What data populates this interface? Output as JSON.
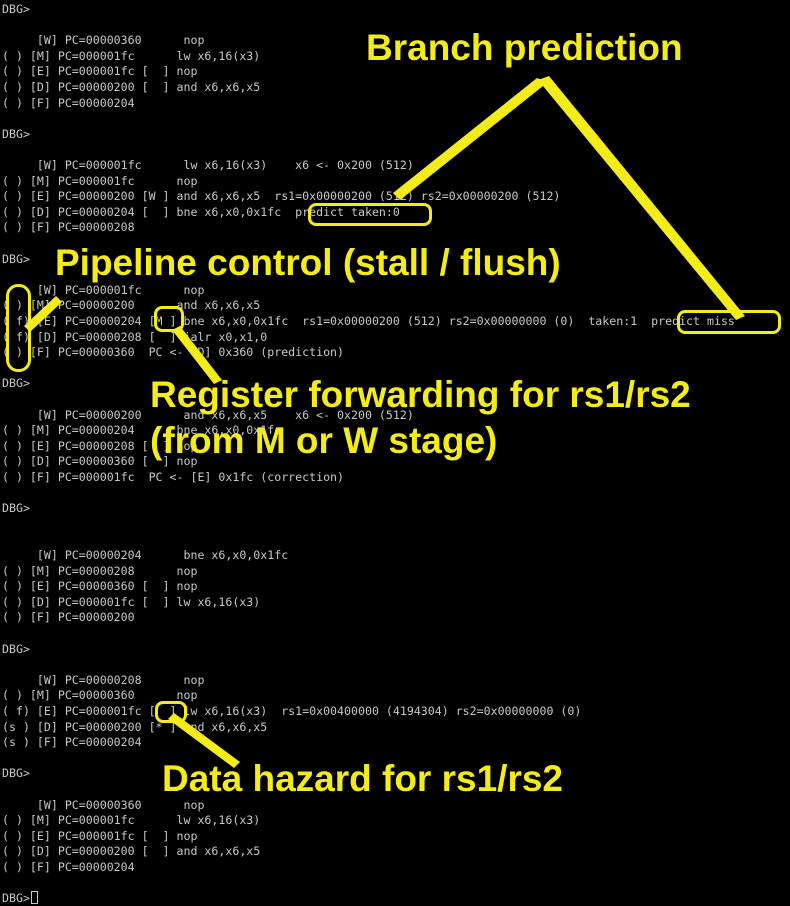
{
  "terminal": {
    "lines": [
      "DBG>",
      "",
      "     [W] PC=00000360      nop",
      "( ) [M] PC=000001fc      lw x6,16(x3)",
      "( ) [E] PC=000001fc [  ] nop",
      "( ) [D] PC=00000200 [  ] and x6,x6,x5",
      "( ) [F] PC=00000204",
      "",
      "DBG>",
      "",
      "     [W] PC=000001fc      lw x6,16(x3)    x6 <- 0x200 (512)",
      "( ) [M] PC=000001fc      nop",
      "( ) [E] PC=00000200 [W ] and x6,x6,x5  rs1=0x00000200 (512) rs2=0x00000200 (512)",
      "( ) [D] PC=00000204 [  ] bne x6,x0,0x1fc  predict taken:0",
      "( ) [F] PC=00000208",
      "",
      "DBG>",
      "",
      "     [W] PC=000001fc      nop",
      "( ) [M] PC=00000200      and x6,x6,x5",
      "( f) [E] PC=00000204 [M ] bne x6,x0,0x1fc  rs1=0x00000200 (512) rs2=0x00000000 (0)  taken:1  predict miss",
      "( f) [D] PC=00000208 [  ] jalr x0,x1,0",
      "( ) [F] PC=00000360  PC <- [D] 0x360 (prediction)",
      "",
      "DBG>",
      "",
      "     [W] PC=00000200      and x6,x6,x5    x6 <- 0x200 (512)",
      "( ) [M] PC=00000204      bne x6,x0,0x1fc",
      "( ) [E] PC=00000208 [  ] nop",
      "( ) [D] PC=00000360 [  ] nop",
      "( ) [F] PC=000001fc  PC <- [E] 0x1fc (correction)",
      "",
      "DBG>",
      "",
      "",
      "     [W] PC=00000204      bne x6,x0,0x1fc",
      "( ) [M] PC=00000208      nop",
      "( ) [E] PC=00000360 [  ] nop",
      "( ) [D] PC=000001fc [  ] lw x6,16(x3)",
      "( ) [F] PC=00000200",
      "",
      "DBG>",
      "",
      "     [W] PC=00000208      nop",
      "( ) [M] PC=00000360      nop",
      "( f) [E] PC=000001fc [  ] lw x6,16(x3)  rs1=0x00400000 (4194304) rs2=0x00000000 (0)",
      "(s ) [D] PC=00000200 [* ] and x6,x6,x5",
      "(s ) [F] PC=00000204",
      "",
      "DBG>",
      "",
      "     [W] PC=00000360      nop",
      "( ) [M] PC=000001fc      lw x6,16(x3)",
      "( ) [E] PC=000001fc [  ] nop",
      "( ) [D] PC=00000200 [  ] and x6,x6,x5",
      "( ) [F] PC=00000204",
      "",
      "DBG>"
    ]
  },
  "annotations": {
    "branch_prediction": "Branch prediction",
    "pipeline_control": "Pipeline control (stall / flush)",
    "register_forwarding": "Register forwarding for rs1/rs2\n(from M or W stage)",
    "data_hazard": "Data hazard for rs1/rs2"
  },
  "colors": {
    "background": "#000000",
    "text": "#c8c8c8",
    "highlight": "#f4ec18"
  }
}
